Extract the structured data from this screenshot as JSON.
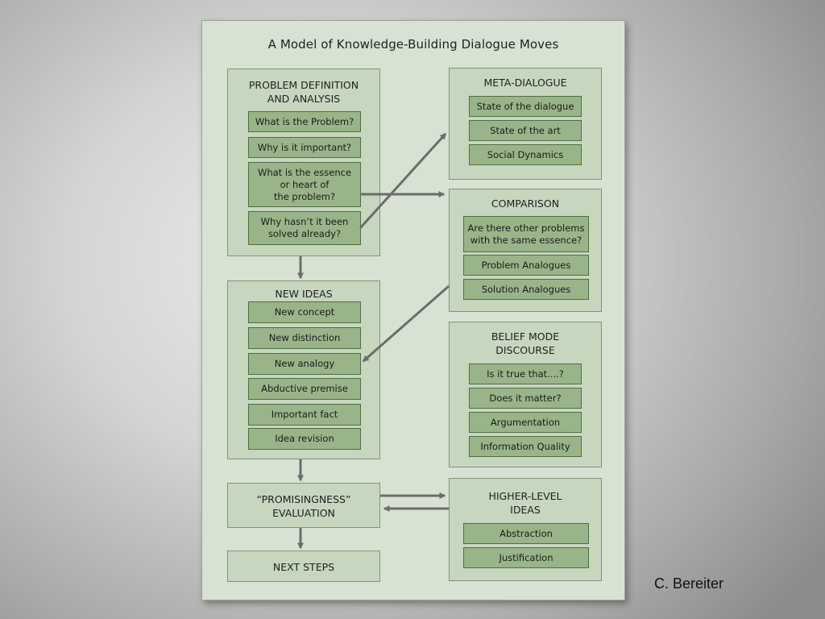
{
  "title": "A Model of Knowledge-Building Dialogue Moves",
  "panels": {
    "problem_definition": {
      "heading": "PROBLEM DEFINITION\nAND ANALYSIS",
      "items": [
        "What is the Problem?",
        "Why is it important?",
        "What is the essence\nor heart of\nthe problem?",
        "Why hasn’t it been\nsolved already?"
      ]
    },
    "new_ideas": {
      "heading": "NEW IDEAS",
      "items": [
        "New concept",
        "New distinction",
        "New analogy",
        "Abductive premise",
        "Important fact",
        "Idea revision"
      ]
    },
    "promisingness": {
      "heading": "“PROMISINGNESS”\nEVALUATION"
    },
    "next_steps": {
      "heading": "NEXT STEPS"
    },
    "meta_dialogue": {
      "heading": "META-DIALOGUE",
      "items": [
        "State of the dialogue",
        "State of the art",
        "Social Dynamics"
      ]
    },
    "comparison": {
      "heading": "COMPARISON",
      "items": [
        "Are there other problems\nwith the same essence?",
        "Problem Analogues",
        "Solution Analogues"
      ]
    },
    "belief_mode": {
      "heading": "BELIEF MODE\nDISCOURSE",
      "items": [
        "Is it true that....?",
        "Does it matter?",
        "Argumentation",
        "Information Quality"
      ]
    },
    "higher_level": {
      "heading": "HIGHER-LEVEL\nIDEAS",
      "items": [
        "Abstraction",
        "Justification"
      ]
    }
  },
  "credit": "C. Bereiter",
  "colors": {
    "sheet": "#d8e2d3",
    "panel": "#c7d6bf",
    "panel_border": "#7f9676",
    "item": "#9ab48a",
    "item_border": "#4f6d45",
    "arrow": "#6c6c6c"
  }
}
